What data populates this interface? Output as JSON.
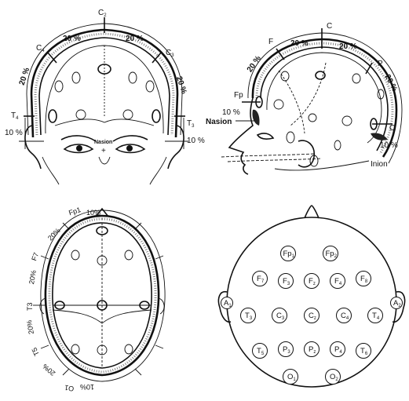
{
  "panel_front": {
    "top_label": "C",
    "top_label_sub": "2",
    "left_upper": "C",
    "left_upper_sub": "4",
    "right_upper": "C",
    "right_upper_sub": "3",
    "left_lower": "T",
    "left_lower_sub": "4",
    "right_lower": "T",
    "right_lower_sub": "3",
    "pct20": "20 %",
    "pct10": "10 %",
    "nasion": "Nasion"
  },
  "panel_side": {
    "label_F": "F",
    "label_C": "C",
    "label_P": "P",
    "label_Fp": "Fp",
    "label_O": "O",
    "pct20": "20 %",
    "pct10": "10 %",
    "nasion": "Nasion",
    "inion": "Inion"
  },
  "panel_top": {
    "fp1": "Fp1",
    "f7": "F7",
    "t3": "T3",
    "t5": "T5",
    "o1": "O1",
    "pct10": "10%",
    "pct20": "20%"
  },
  "panel_map": {
    "electrodes": [
      {
        "main": "Fp",
        "sub": "1"
      },
      {
        "main": "Fp",
        "sub": "2"
      },
      {
        "main": "F",
        "sub": "7"
      },
      {
        "main": "F",
        "sub": "3"
      },
      {
        "main": "F",
        "sub": "z"
      },
      {
        "main": "F",
        "sub": "4"
      },
      {
        "main": "F",
        "sub": "8"
      },
      {
        "main": "A",
        "sub": "1"
      },
      {
        "main": "T",
        "sub": "3"
      },
      {
        "main": "C",
        "sub": "3"
      },
      {
        "main": "C",
        "sub": "z"
      },
      {
        "main": "C",
        "sub": "4"
      },
      {
        "main": "T",
        "sub": "4"
      },
      {
        "main": "A",
        "sub": "2"
      },
      {
        "main": "T",
        "sub": "5"
      },
      {
        "main": "P",
        "sub": "3"
      },
      {
        "main": "P",
        "sub": "z"
      },
      {
        "main": "P",
        "sub": "4"
      },
      {
        "main": "T",
        "sub": "6"
      },
      {
        "main": "O",
        "sub": "1"
      },
      {
        "main": "O",
        "sub": "2"
      }
    ]
  }
}
